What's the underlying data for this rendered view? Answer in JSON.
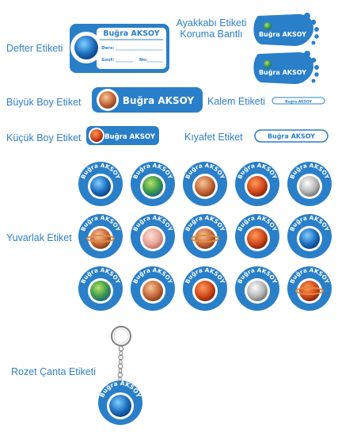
{
  "brand_color": "#2a7fc9",
  "label_name": "Buğra AKSOY",
  "captions": {
    "defter": "Defter Etiketi",
    "ayakkabi_line1": "Ayakkabı Etiketi",
    "ayakkabi_line2": "Koruma Bantlı",
    "buyuk": "Büyük  Boy Etiket",
    "kalem": "Kalem Etiketi",
    "kucuk": "Küçük Boy Etiket",
    "kiyafet": "Kıyafet  Etiket",
    "yuvarlak": "Yuvarlak  Etiket",
    "rozet": "Rozet Çanta Etiketi"
  },
  "defter_fields": {
    "ders": "Ders:",
    "sinif": "Sınıf:",
    "no": "No:"
  },
  "round_labels": [
    [
      "earth",
      "earth-globe",
      "jupiter",
      "mars",
      "moon"
    ],
    [
      "saturn",
      "pink-planet",
      "saturn-ring",
      "mars-large",
      "neptune"
    ],
    [
      "uranus-globe",
      "jupiter-2",
      "mars-dark",
      "moon-2",
      "saturn-small"
    ]
  ]
}
